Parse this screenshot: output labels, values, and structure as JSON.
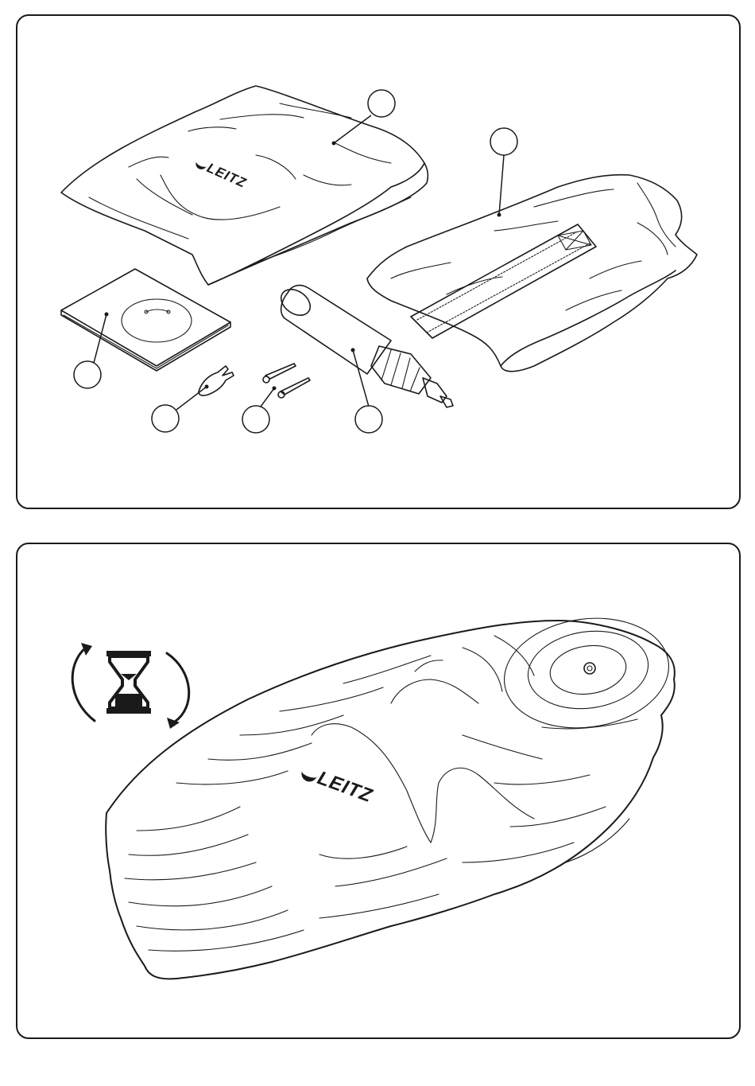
{
  "brand": {
    "logo_text": "LEITZ"
  },
  "panel_contents": {
    "items": [
      {
        "name": "folded-cushion-cover"
      },
      {
        "name": "folded-cover-with-strap"
      },
      {
        "name": "instruction-leaflet"
      },
      {
        "name": "valve-tool"
      },
      {
        "name": "needle-adapters"
      },
      {
        "name": "hand-pump"
      }
    ],
    "callout_labels": [
      "",
      "",
      "",
      "",
      "",
      ""
    ]
  },
  "panel_inflate": {
    "icons": [
      "rotate-arrows-icon",
      "hourglass-icon"
    ]
  }
}
